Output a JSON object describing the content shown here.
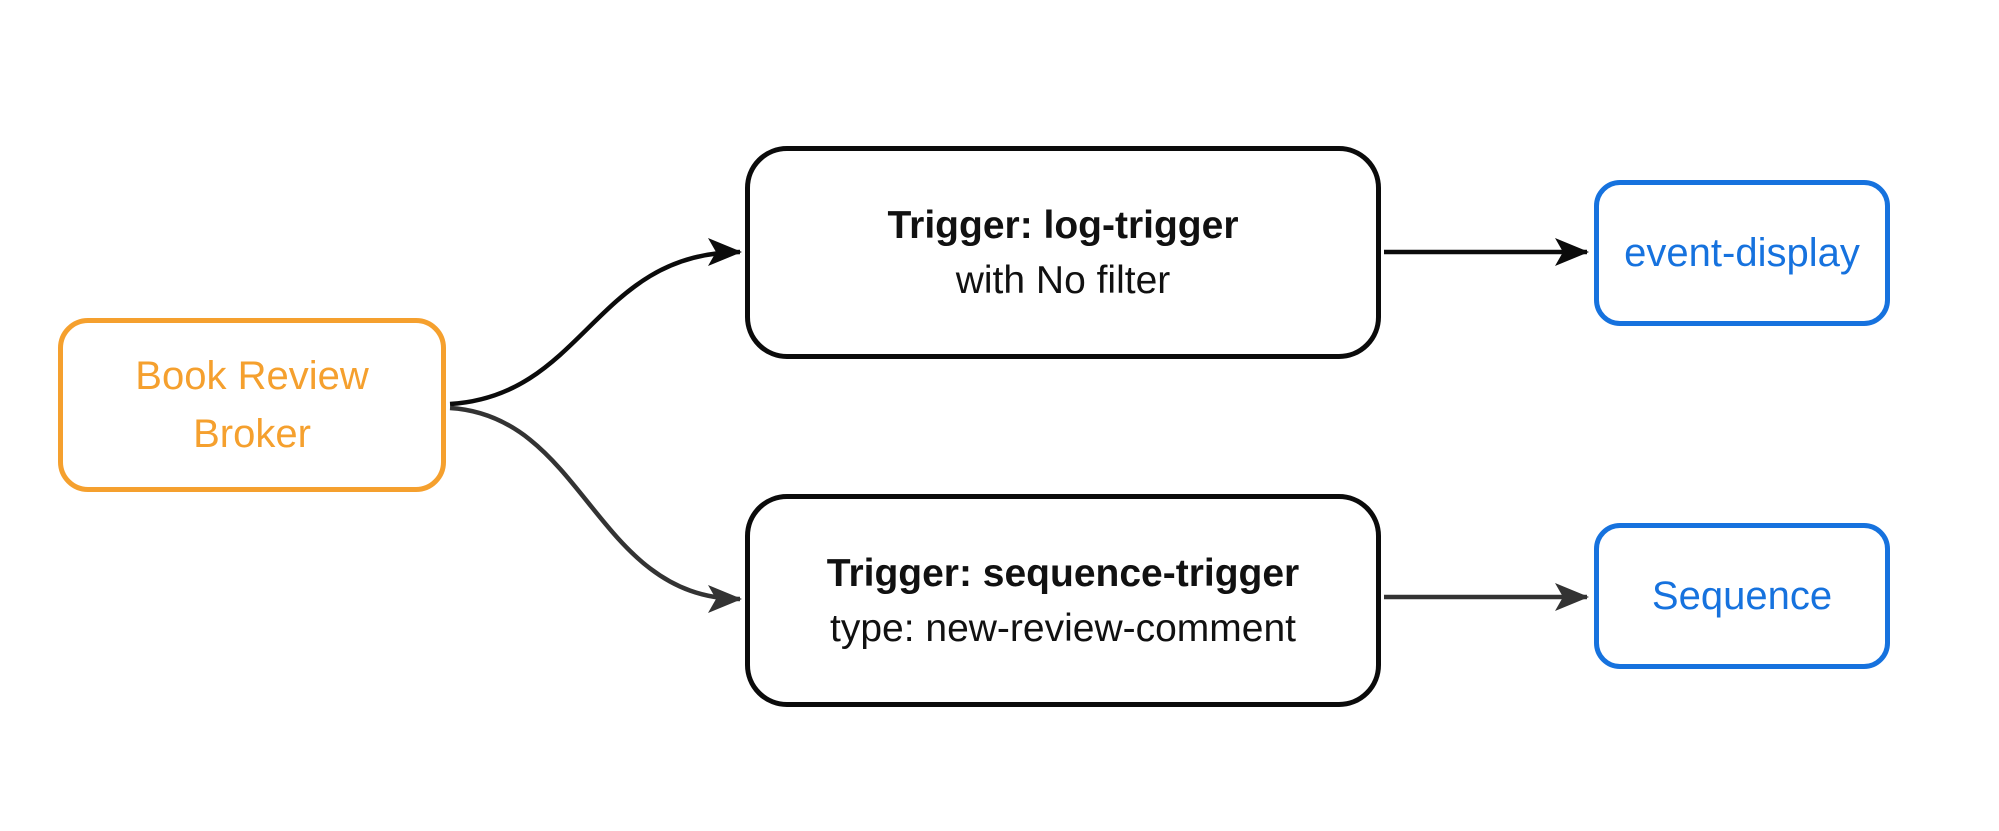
{
  "colors": {
    "background": "#FFFFFF",
    "broker_accent": "#F5A02E",
    "sink_accent": "#1672DE",
    "node_border": "#0B0B0B",
    "node_text": "#111111",
    "edge_dark": "#0B0B0B",
    "edge_gray": "#333333"
  },
  "nodes": {
    "broker": {
      "lines": [
        "Book Review",
        "Broker"
      ]
    },
    "trigger_log": {
      "title": "Trigger: log-trigger",
      "subtitle": "with No filter"
    },
    "event_display": {
      "label": "event-display"
    },
    "trigger_sequence": {
      "title": "Trigger: sequence-trigger",
      "subtitle": "type: new-review-comment"
    },
    "sequence": {
      "label": "Sequence"
    }
  },
  "edges": [
    {
      "from": "Book Review Broker",
      "to": "Trigger: log-trigger",
      "shape": "curve",
      "color": "#0B0B0B"
    },
    {
      "from": "Book Review Broker",
      "to": "Trigger: sequence-trigger",
      "shape": "curve",
      "color": "#333333"
    },
    {
      "from": "Trigger: log-trigger",
      "to": "event-display",
      "shape": "straight",
      "color": "#0B0B0B"
    },
    {
      "from": "Trigger: sequence-trigger",
      "to": "Sequence",
      "shape": "straight",
      "color": "#333333"
    }
  ]
}
